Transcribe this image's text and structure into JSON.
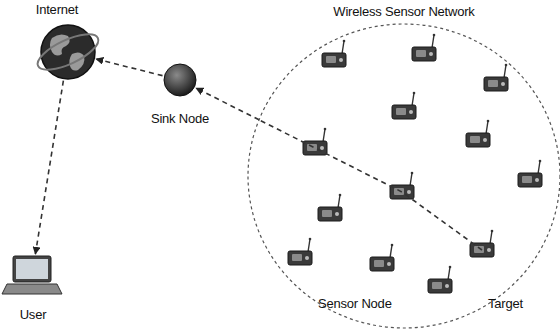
{
  "diagram": {
    "nodes": [
      {
        "text": [
          "Internet"
        ]
      },
      {
        "text": [
          "Wireless Sensor Network"
        ]
      },
      {
        "text": [
          "Sink Node"
        ]
      },
      {
        "text": [
          "User"
        ]
      }
    ],
    "edges": [
      {
        "from": 1,
        "to": 2,
        "arrow": "to"
      },
      {
        "from": 2,
        "to": 0,
        "arrow": "to"
      },
      {
        "from": 0,
        "to": 3,
        "arrow": "to"
      }
    ],
    "labels": [
      "Sensor Node",
      "Target"
    ]
  }
}
